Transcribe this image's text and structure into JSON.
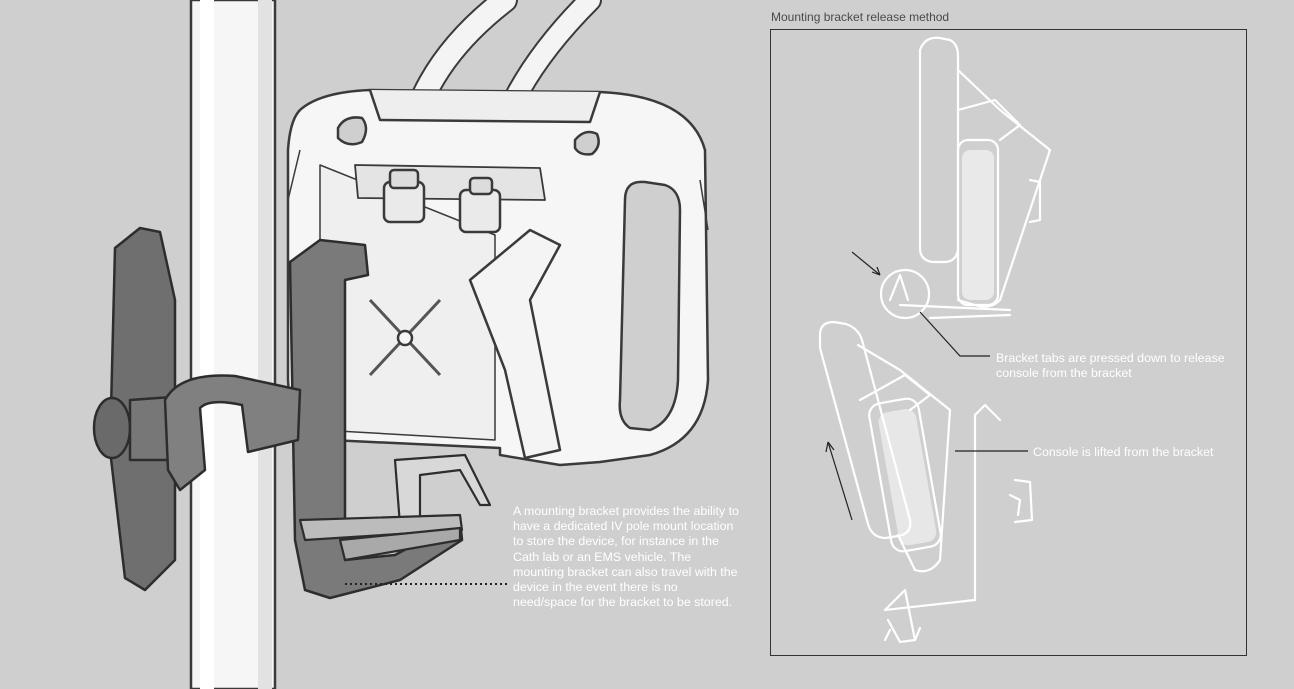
{
  "panel": {
    "title": "Mounting bracket release method",
    "callout_tabs": "Bracket tabs are pressed down to release console from the bracket",
    "callout_lift": "Console is lifted from the bracket"
  },
  "caption": {
    "text": "A mounting bracket provides the ability to have a dedicated IV pole mount location to store the device, for instance in the Cath lab or an EMS vehicle. The mounting bracket can also travel with the device in the event there is no need/space for the bracket to be stored."
  },
  "colors": {
    "background": "#cfcfcf",
    "bracket": "#6f6f6f",
    "outline": "#ffffff",
    "leader": "#333333"
  }
}
